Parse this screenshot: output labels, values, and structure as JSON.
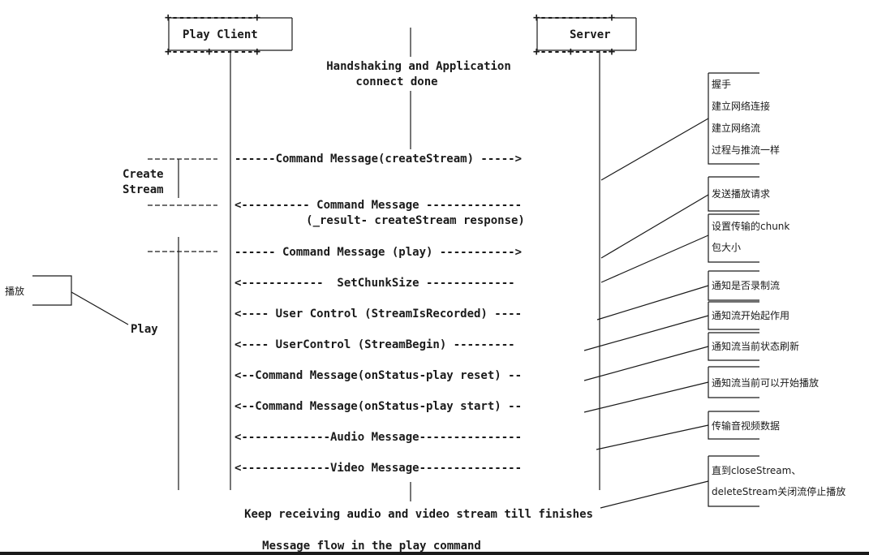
{
  "participants": {
    "client": "Play Client",
    "server": "Server"
  },
  "intro": {
    "line1": "Handshaking and Application",
    "line2": "connect done"
  },
  "groups": {
    "create_stream_line1": "Create",
    "create_stream_line2": "Stream",
    "play": "Play"
  },
  "messages": [
    "------Command Message(createStream) ----->",
    "<---------- Command Message --------------",
    "(_result- createStream response)",
    "------ Command Message (play) ----------->",
    "<------------  SetChunkSize -------------",
    "<---- User Control (StreamIsRecorded) ----",
    "<---- UserControl (StreamBegin) ---------",
    "<--Command Message(onStatus-play reset) --",
    "<--Command Message(onStatus-play start) --",
    "<-------------Audio Message---------------",
    "<-------------Video Message---------------"
  ],
  "footer": {
    "keep_receiving": "Keep receiving audio and video stream till finishes",
    "caption": "Message flow in the play command"
  },
  "notes": {
    "left": "播放",
    "n1": [
      "握手",
      "建立网络连接",
      "建立网络流",
      "过程与推流一样"
    ],
    "n2": "发送播放请求",
    "n3": [
      "设置传输的chunk",
      "包大小"
    ],
    "n4": "通知是否录制流",
    "n5": "通知流开始起作用",
    "n6": "通知流当前状态刷新",
    "n7": "通知流当前可以开始播放",
    "n8": "传输音视频数据",
    "n9": [
      "直到closeStream、",
      "deleteStream关闭流停止播放"
    ]
  }
}
